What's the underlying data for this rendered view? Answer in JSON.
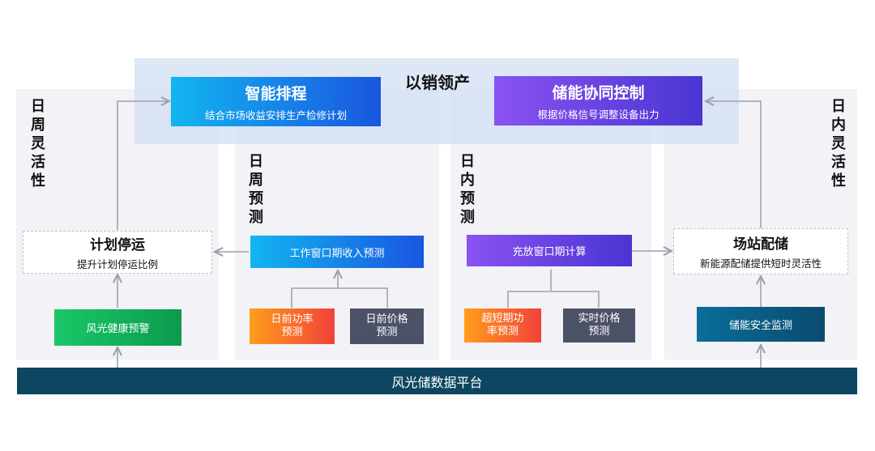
{
  "top_band": {
    "title": "以销领产"
  },
  "left_panel": {
    "label": "日周灵活性"
  },
  "right_panel": {
    "label": "日内灵活性"
  },
  "mid_left_panel": {
    "label": "日周预测"
  },
  "mid_right_panel": {
    "label": "日内预测"
  },
  "scheduling": {
    "title": "智能排程",
    "subtitle": "结合市场收益安排生产检修计划"
  },
  "storage_control": {
    "title": "储能协同控制",
    "subtitle": "根据价格信号调整设备出力"
  },
  "planned_shutdown": {
    "title": "计划停运",
    "subtitle": "提升计划停运比例"
  },
  "station_storage": {
    "title": "场站配储",
    "subtitle": "新能源配储提供短时灵活性"
  },
  "work_window_forecast": {
    "label": "工作窗口期收入预测"
  },
  "charge_window_calc": {
    "label": "充放窗口期计算"
  },
  "day_ahead_power": {
    "label": "日前功率预测"
  },
  "day_ahead_price": {
    "label": "日前价格预测"
  },
  "ultra_short_power": {
    "label": "超短期功率预测"
  },
  "realtime_price": {
    "label": "实时价格预测"
  },
  "health_warning": {
    "label": "风光健康预警"
  },
  "storage_safety": {
    "label": "储能安全监测"
  },
  "platform": {
    "label": "风光储数据平台"
  },
  "colors": {
    "blue_gradient_start": "#12b5f0",
    "blue_gradient_end": "#1a56e0",
    "purple_gradient_start": "#8a52f2",
    "purple_gradient_end": "#4a35d2",
    "orange_start": "#ff9d1c",
    "orange_end": "#f0423a",
    "gray_box": "#4c5266",
    "green_start": "#1ac868",
    "green_end": "#0b9a4e",
    "teal_start": "#0a6e9a",
    "teal_end": "#0a4b6e",
    "platform": "#0d4660",
    "panel": "#f2f2f7"
  }
}
